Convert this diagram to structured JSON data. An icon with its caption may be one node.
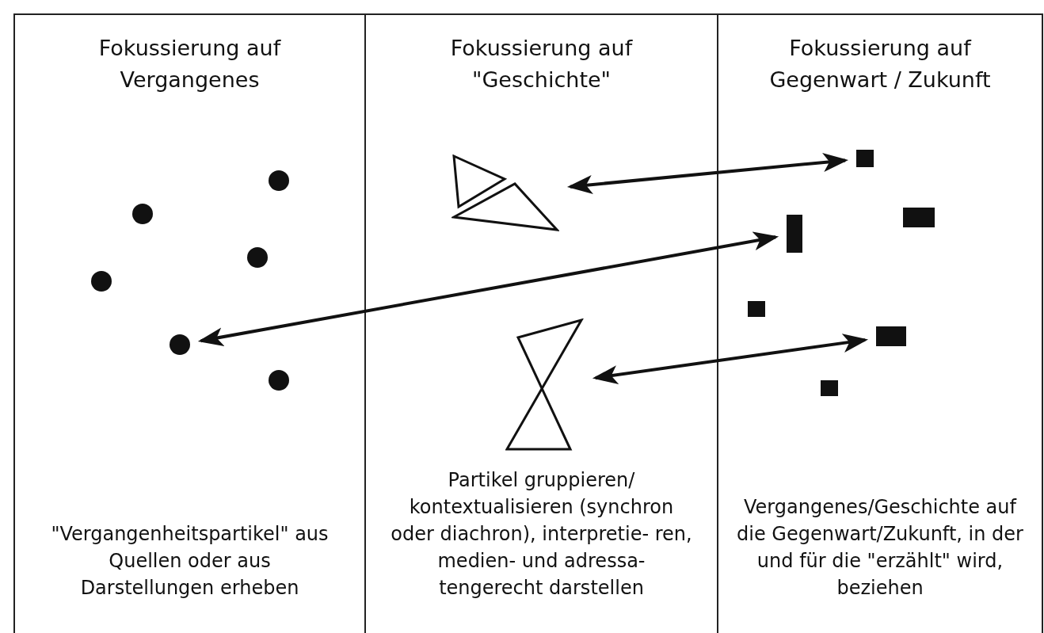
{
  "diagram": {
    "nodes": [
      {
        "text": [
          "Fokussierung auf Vergangenes",
          "\"Vergangenheitspartikel\" aus Quellen oder aus Darstellungen erheben"
        ]
      },
      {
        "text": [],
        "shape": "circle",
        "in": 0
      },
      {
        "text": [],
        "shape": "circle",
        "in": 0
      },
      {
        "text": [],
        "shape": "circle",
        "in": 0
      },
      {
        "text": [],
        "shape": "circle",
        "in": 0
      },
      {
        "text": [],
        "shape": "circle",
        "in": 0
      },
      {
        "text": [],
        "shape": "circle",
        "in": 0
      },
      {
        "text": [
          "Fokussierung auf \"Geschichte\"",
          "Partikel gruppieren/ kontextualisieren (synchron oder diachron), interpretie- ren, medien- und adressa- tengerecht darstellen"
        ]
      },
      {
        "text": [],
        "shape": "triangle",
        "in": 7
      },
      {
        "text": [],
        "shape": "hourglass",
        "in": 7
      },
      {
        "text": [
          "Fokussierung auf Gegenwart / Zukunft",
          "Vergangenes/Geschichte auf die Gegenwart/Zukunft, in der und für die \"erzählt\" wird, beziehen"
        ]
      },
      {
        "text": [],
        "shape": "box",
        "in": 10
      },
      {
        "text": [],
        "shape": "box",
        "in": 10
      },
      {
        "text": [],
        "shape": "box",
        "in": 10
      },
      {
        "text": [],
        "shape": "box",
        "in": 10
      },
      {
        "text": [],
        "shape": "box",
        "in": 10
      },
      {
        "text": [],
        "shape": "box",
        "in": 10
      }
    ],
    "edges": [
      {
        "from": 8,
        "to": 14,
        "arrow": "both"
      },
      {
        "from": 3,
        "to": 12,
        "arrow": "both"
      },
      {
        "from": 9,
        "to": 15,
        "arrow": "both"
      }
    ]
  }
}
